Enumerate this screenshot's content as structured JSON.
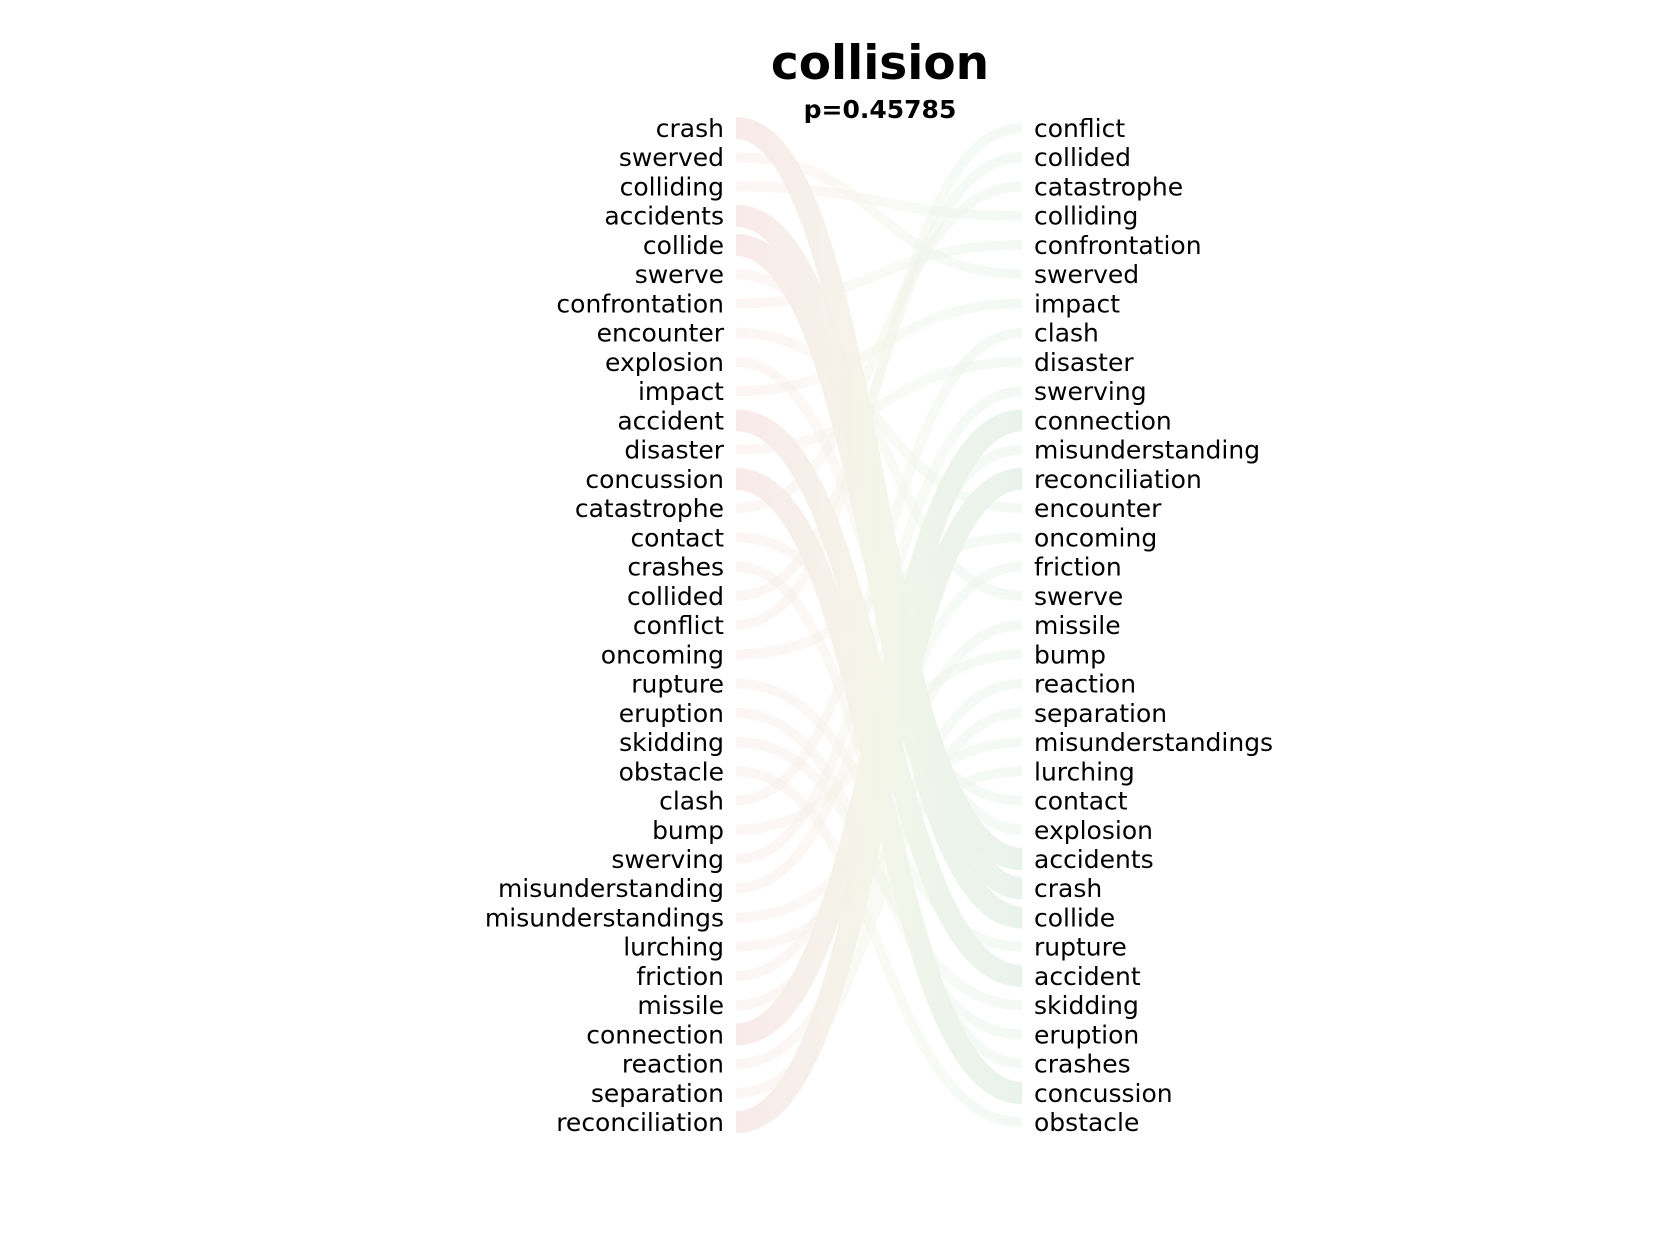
{
  "title": "collision",
  "subtitle": "p=0.45785",
  "colors": {
    "text": "#000000",
    "left_flow": "#f9e9e9",
    "right_flow": "#e7f2ec",
    "mid_flow": "#f3f5e8"
  },
  "left_words": [
    "crash",
    "swerved",
    "colliding",
    "accidents",
    "collide",
    "swerve",
    "confrontation",
    "encounter",
    "explosion",
    "impact",
    "accident",
    "disaster",
    "concussion",
    "catastrophe",
    "contact",
    "crashes",
    "collided",
    "conflict",
    "oncoming",
    "rupture",
    "eruption",
    "skidding",
    "obstacle",
    "clash",
    "bump",
    "swerving",
    "misunderstanding",
    "misunderstandings",
    "lurching",
    "friction",
    "missile",
    "connection",
    "reaction",
    "separation",
    "reconciliation"
  ],
  "right_words": [
    "conflict",
    "collided",
    "catastrophe",
    "colliding",
    "confrontation",
    "swerved",
    "impact",
    "clash",
    "disaster",
    "swerving",
    "connection",
    "misunderstanding",
    "reconciliation",
    "encounter",
    "oncoming",
    "friction",
    "swerve",
    "missile",
    "bump",
    "reaction",
    "separation",
    "misunderstandings",
    "lurching",
    "contact",
    "explosion",
    "accidents",
    "crash",
    "collide",
    "rupture",
    "accident",
    "skidding",
    "eruption",
    "crashes",
    "concussion",
    "obstacle"
  ],
  "highlighted_flows": [
    {
      "from": "crash",
      "to": "crash"
    },
    {
      "from": "accidents",
      "to": "accidents"
    },
    {
      "from": "collide",
      "to": "collide"
    },
    {
      "from": "accident",
      "to": "accident"
    },
    {
      "from": "concussion",
      "to": "concussion"
    },
    {
      "from": "connection",
      "to": "connection"
    },
    {
      "from": "reconciliation",
      "to": "reconciliation"
    }
  ]
}
